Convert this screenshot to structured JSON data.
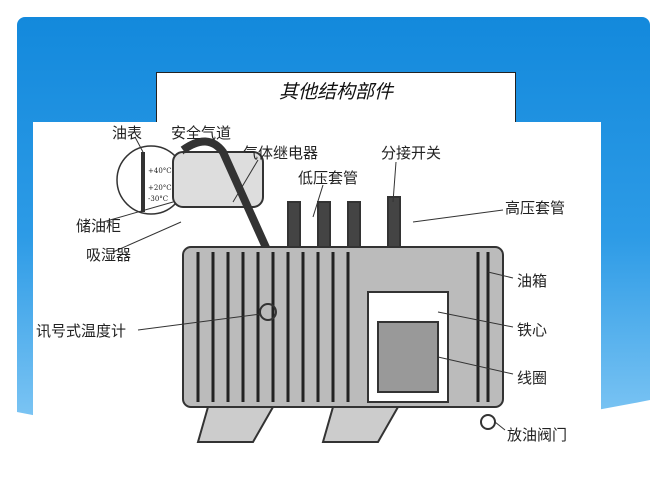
{
  "slide": {
    "title": "其他结构部件"
  },
  "figure": {
    "labels": {
      "oil_gauge": "油表",
      "safety_vent": "安全气道",
      "gas_relay": "气体继电器",
      "tap_changer": "分接开关",
      "lv_bushing": "低压套管",
      "hv_bushing": "高压套管",
      "conservator": "储油柜",
      "breather": "吸湿器",
      "oil_tank": "油箱",
      "thermometer": "讯号式温度计",
      "core": "铁心",
      "coil": "线圈",
      "drain_valve": "放油阀门"
    },
    "gauge_marks": [
      "+40°C",
      "+20°C",
      "-30°C"
    ]
  }
}
